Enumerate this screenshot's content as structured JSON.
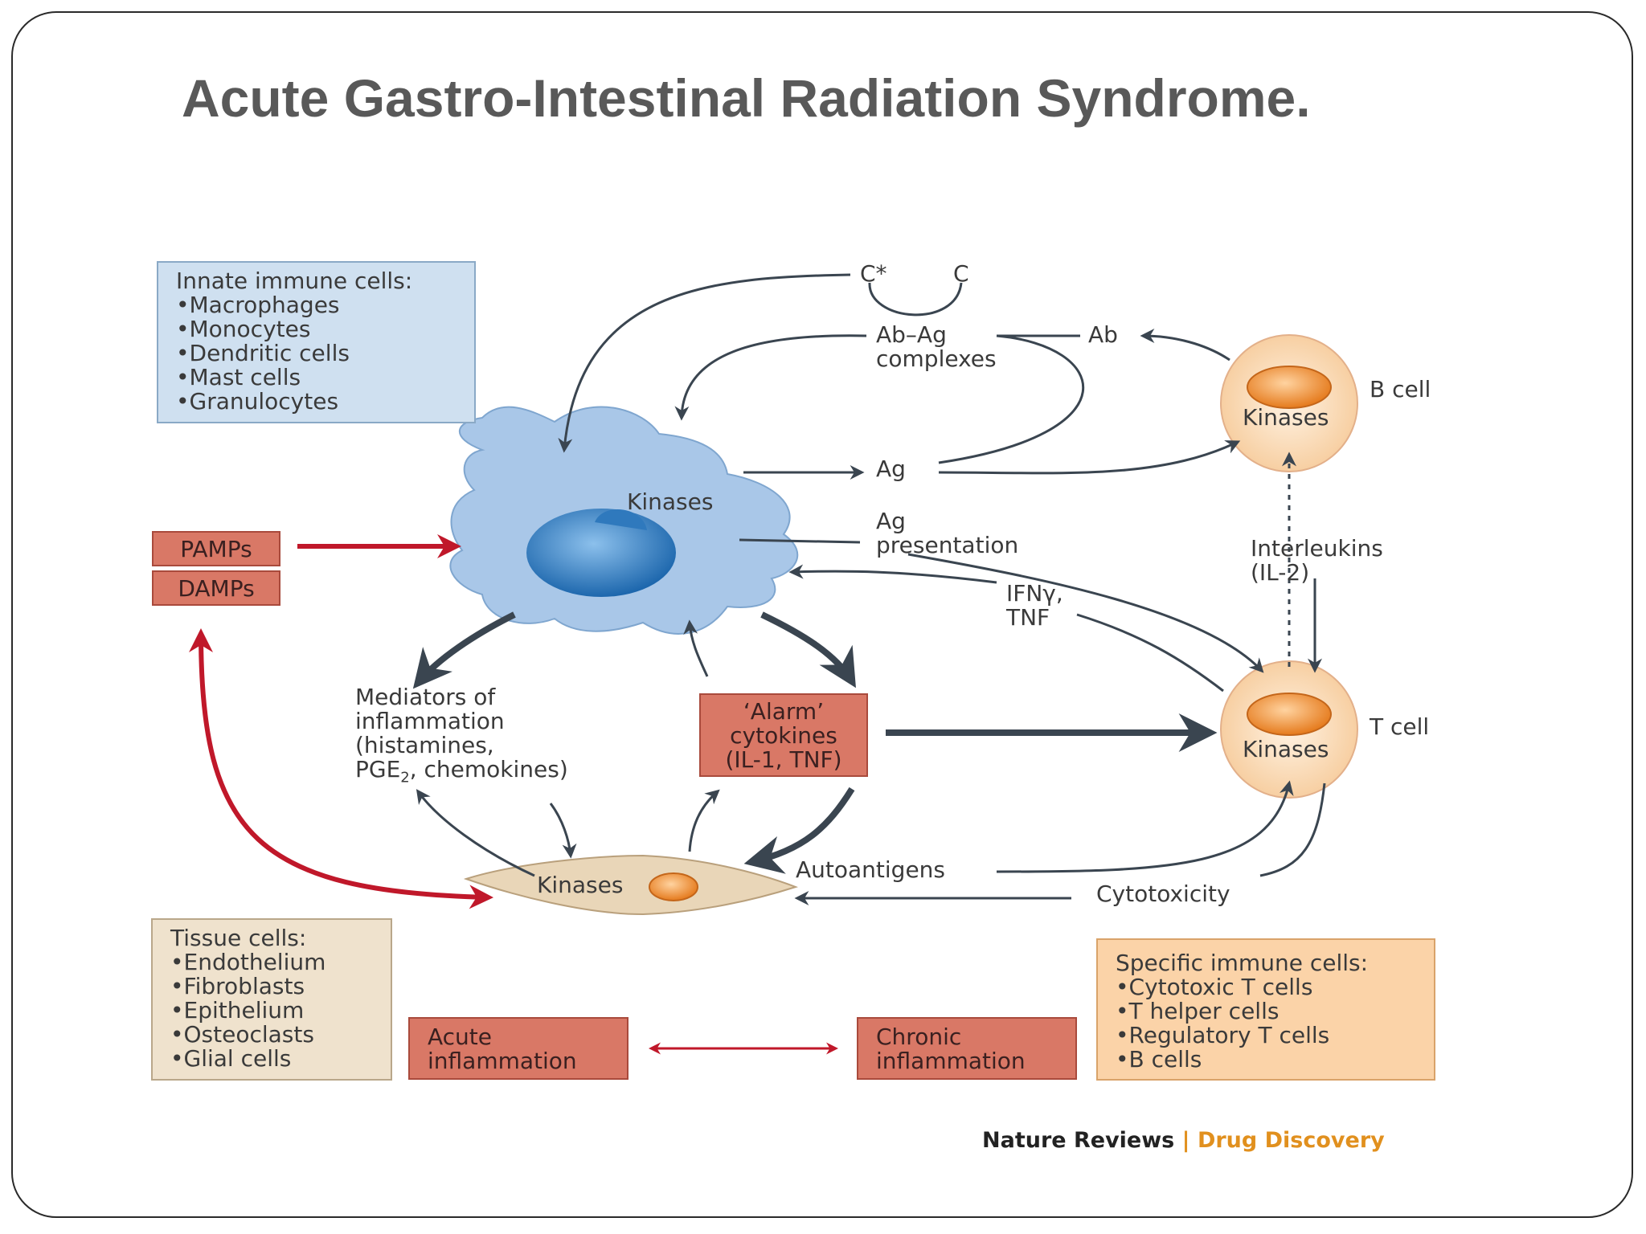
{
  "slide": {
    "title": "Acute Gastro-Intestinal Radiation Syndrome."
  },
  "boxes": {
    "innate": {
      "title": "Innate immune cells:",
      "items": [
        "Macrophages",
        "Monocytes",
        "Dendritic cells",
        "Mast cells",
        "Granulocytes"
      ]
    },
    "tissue": {
      "title": "Tissue cells:",
      "items": [
        "Endothelium",
        "Fibroblasts",
        "Epithelium",
        "Osteoclasts",
        "Glial cells"
      ]
    },
    "specific": {
      "title": "Specific immune cells:",
      "items": [
        "Cytotoxic T cells",
        "T helper cells",
        "Regulatory T cells",
        "B cells"
      ]
    },
    "pamps": "PAMPs",
    "damps": "DAMPs",
    "alarm": [
      "‘Alarm’",
      "cytokines",
      "(IL-1, TNF)"
    ],
    "acute": [
      "Acute",
      "inflammation"
    ],
    "chronic": [
      "Chronic",
      "inflammation"
    ]
  },
  "labels": {
    "c_star": "C*",
    "c": "C",
    "ab_ag": [
      "Ab–Ag",
      "complexes"
    ],
    "ab": "Ab",
    "ag": "Ag",
    "ag_presentation": [
      "Ag",
      "presentation"
    ],
    "ifn": [
      "IFNγ,",
      "TNF"
    ],
    "interleukins": [
      "Interleukins",
      "(IL-2)"
    ],
    "b_cell": "B cell",
    "t_cell": "T cell",
    "kinases_macrophage": "Kinases",
    "kinases_b": "Kinases",
    "kinases_t": "Kinases",
    "kinases_tissue": "Kinases",
    "mediators": [
      "Mediators of",
      "inflammation",
      "(histamines,",
      "PGE",
      "2",
      ", chemokines)"
    ],
    "autoantigens": "Autoantigens",
    "cytotoxicity": "Cytotoxicity"
  },
  "credit": {
    "journal": "Nature Reviews",
    "separator": "|",
    "section": "Drug Discovery"
  },
  "colors": {
    "title": "#595959",
    "red_arrow": "#c0182a",
    "dark_arrow": "#3a4550",
    "macrophage": "#a9c7e8",
    "nucleus": "#2f79bd",
    "cell_ring": "#f9d9b4",
    "cell_core": "#ec8a2e"
  }
}
